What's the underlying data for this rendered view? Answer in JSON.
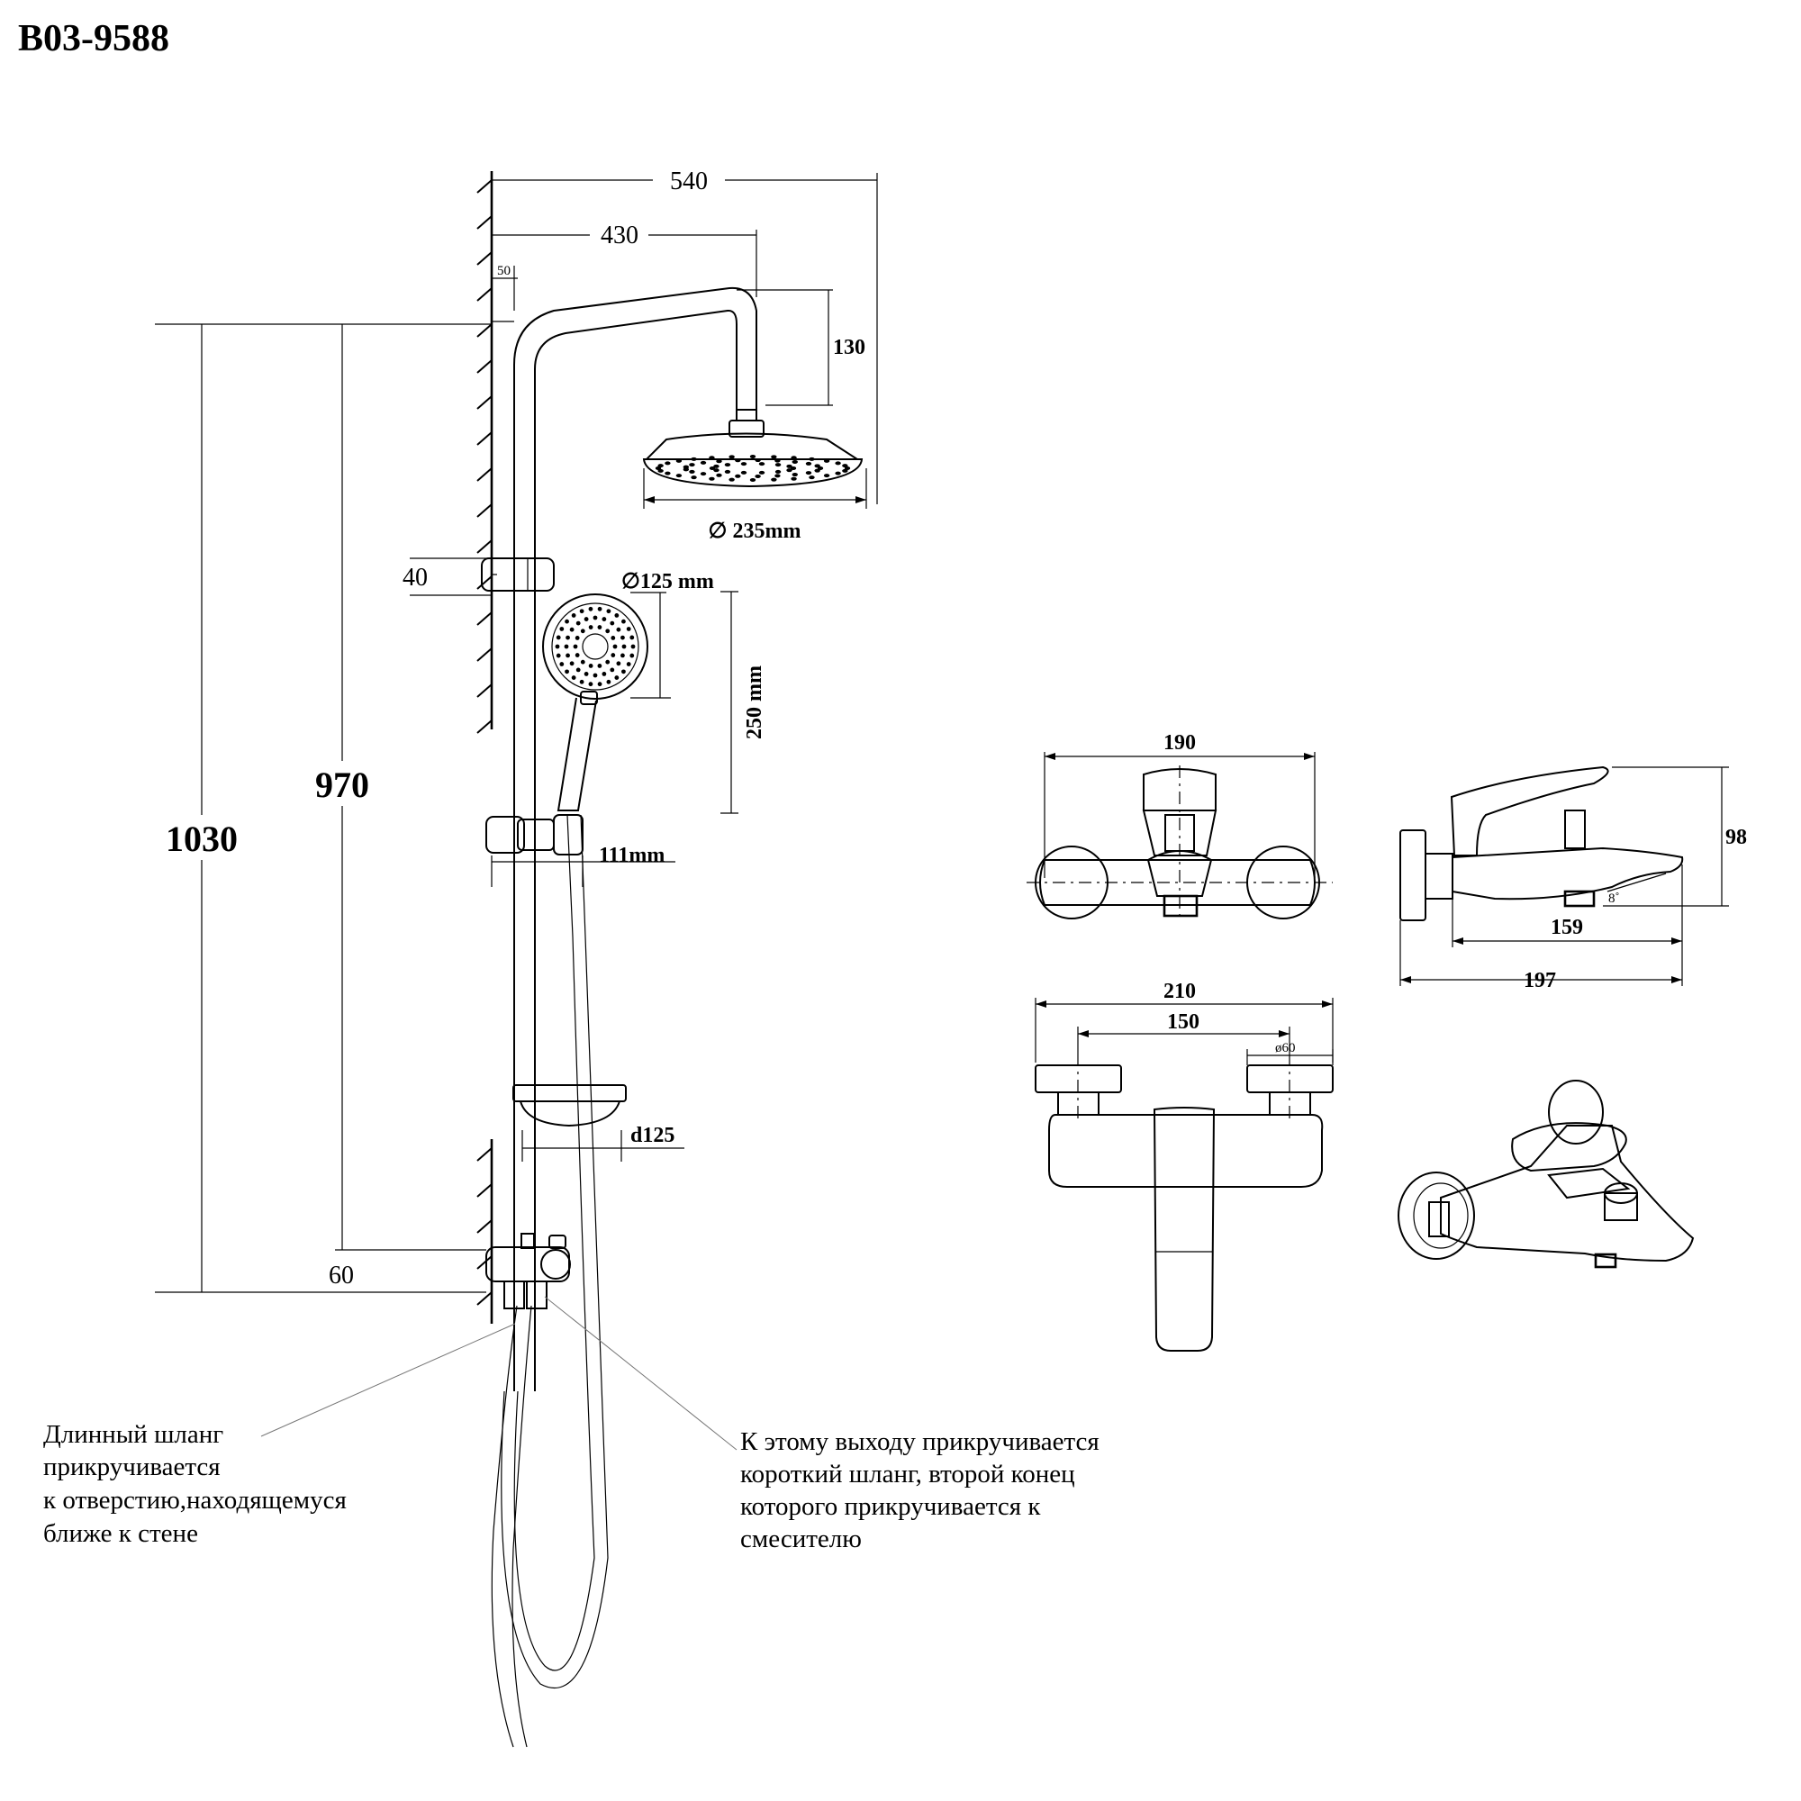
{
  "title": "B03-9588",
  "dimensions": {
    "rail_width": "540",
    "arm_reach": "430",
    "arm_offset": "50",
    "arm_drop": "130",
    "overhead_diameter": "∅ 235mm",
    "holder_height": "40",
    "hand_shower_diameter": "∅125 mm",
    "hand_shower_length": "250 mm",
    "holder_depth": "111mm",
    "total_height": "1030",
    "rail_height": "970",
    "soap_dish": "d125",
    "diverter_height": "60",
    "mixer_front_width": "190",
    "mixer_side_height": "98",
    "spout_angle": "8˚",
    "spout_length": "159",
    "mixer_depth": "197",
    "mixer_top_width": "210",
    "inlet_spacing": "150",
    "flange_diameter": "ø60"
  },
  "notes": {
    "long_hose": [
      "Длинный шланг",
      "прикручивается",
      "к отверстию,находящемуся",
      "ближе к стене"
    ],
    "short_hose": [
      "К этому выходу прикручивается",
      "короткий шланг, второй конец",
      "которого прикручивается к",
      "смесителю"
    ]
  },
  "icons": [
    "wall-hatch",
    "overhead-shower",
    "hand-shower",
    "slide-holder",
    "soap-dish",
    "diverter",
    "bath-mixer"
  ]
}
